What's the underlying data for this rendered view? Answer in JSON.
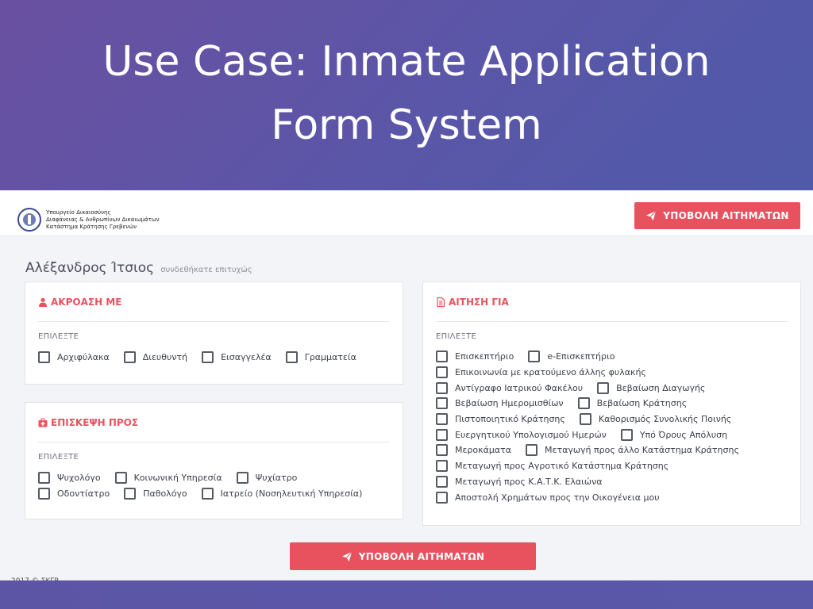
{
  "slide": {
    "title_line1": "Use Case: Inmate Application",
    "title_line2": "Form System"
  },
  "header": {
    "logo_lines": [
      "Υπουργείο Δικαιοσύνης",
      "Διαφάνειας & Ανθρωπίνων Δικαιωμάτων",
      "Κατάστημα Κράτησης Γρεβενών"
    ],
    "submit_label": "ΥΠΟΒΟΛΗ ΑΙΤΗΜΑΤΩΝ"
  },
  "welcome": {
    "name": "Αλέξανδρος Ίτσιος",
    "message": "συνδεθήκατε επιτυχώς"
  },
  "panels": {
    "hearing": {
      "title": "ΑΚΡΟΑΣΗ ΜΕ",
      "icon": "user-icon",
      "choose": "ΕΠΙΛΕΞΤΕ",
      "options": [
        "Αρχιφύλακα",
        "Διευθυντή",
        "Εισαγγελέα",
        "Γραμματεία"
      ]
    },
    "visit": {
      "title": "ΕΠΙΣΚΕΨΗ ΠΡΟΣ",
      "icon": "medkit-icon",
      "choose": "ΕΠΙΛΕΞΤΕ",
      "options_row1": [
        "Ψυχολόγο",
        "Κοινωνική Υπηρεσία",
        "Ψυχίατρο"
      ],
      "options_row2": [
        "Οδοντίατρο",
        "Παθολόγο",
        "Ιατρείο (Νοσηλευτική Υπηρεσία)"
      ]
    },
    "request": {
      "title": "ΑΙΤΗΣΗ ΓΙΑ",
      "icon": "document-icon",
      "choose": "ΕΠΙΛΕΞΤΕ",
      "rows": [
        [
          "Επισκεπτήριο",
          "e-Επισκεπτήριο"
        ],
        [
          "Επικοινωνία με κρατούμενο άλλης φυλακής"
        ],
        [
          "Αντίγραφο Ιατρικού Φακέλου",
          "Βεβαίωση Διαγωγής"
        ],
        [
          "Βεβαίωση Ημερομισθίων",
          "Βεβαίωση Κράτησης"
        ],
        [
          "Πιστοποιητικό Κράτησης",
          "Καθορισμός Συνολικής Ποινής"
        ],
        [
          "Ευεργητικού Υπολογισμού Ημερών",
          "Υπό Όρους Απόλυση"
        ],
        [
          "Μεροκάματα",
          "Μεταγωγή προς άλλο Κατάστημα Κράτησης"
        ],
        [
          "Μεταγωγή προς Αγροτικό Κατάστημα Κράτησης"
        ],
        [
          "Μεταγωγή προς Κ.Α.Τ.Κ. Ελαιώνα"
        ],
        [
          "Αποστολή Χρημάτων προς την Οικογένεια μου"
        ]
      ]
    }
  },
  "footer": {
    "copyright": "2017 © ΣΚΓΡ"
  },
  "colors": {
    "accent": "#e8515e",
    "banner": "#5b56a6"
  }
}
